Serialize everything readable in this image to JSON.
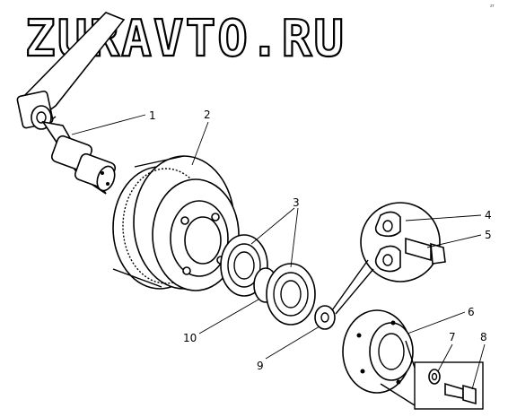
{
  "watermark": "ZURAVTO.RU",
  "corner_mark": "zr",
  "callouts": [
    {
      "label": "1"
    },
    {
      "label": "2"
    },
    {
      "label": "3"
    },
    {
      "label": "4"
    },
    {
      "label": "5"
    },
    {
      "label": "6"
    },
    {
      "label": "7"
    },
    {
      "label": "8"
    },
    {
      "label": "9"
    },
    {
      "label": "10"
    }
  ]
}
